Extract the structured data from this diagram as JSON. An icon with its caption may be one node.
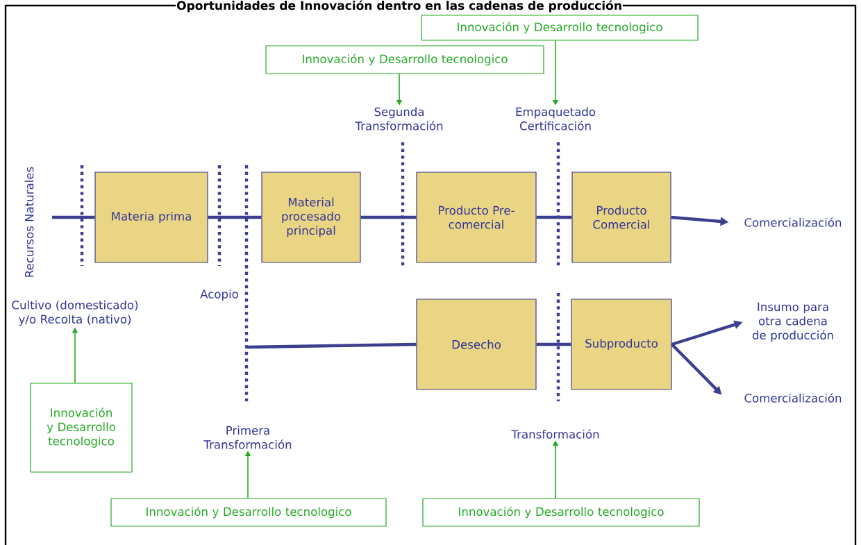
{
  "diagram": {
    "title": "Oportunidades de Innovación dentro en las cadenas de producción",
    "nodes": [
      {
        "text": [
          "Materia prima"
        ]
      },
      {
        "text": [
          "Material procesado principal"
        ]
      },
      {
        "text": [
          "Producto Pre-comercial"
        ]
      },
      {
        "text": [
          "Producto Comercial"
        ]
      },
      {
        "text": [
          "Desecho"
        ]
      },
      {
        "text": [
          "Subproducto"
        ]
      },
      {
        "text": [
          "Comercialización"
        ]
      },
      {
        "text": [
          "Insumo para otra cadena de producción"
        ]
      },
      {
        "text": [
          "Comercialización"
        ]
      },
      {
        "text": [
          "Innovación y Desarrollo tecnologico"
        ]
      },
      {
        "text": [
          "Innovación y Desarrollo tecnologico"
        ]
      },
      {
        "text": [
          "Innovación y Desarrollo tecnologico"
        ]
      },
      {
        "text": [
          "Innovación y Desarrollo tecnologico"
        ]
      },
      {
        "text": [
          "Innovación y Desarrollo tecnologico"
        ]
      },
      {
        "text": [
          "Segunda Transformación"
        ]
      },
      {
        "text": [
          "Empaquetado Certificación"
        ]
      },
      {
        "text": [
          "Cultivo (domesticado) y/o Recolta (nativo)"
        ]
      },
      {
        "text": [
          "Primera Transformación"
        ]
      },
      {
        "text": [
          "Transformación"
        ]
      }
    ],
    "edges": [
      {
        "from": null,
        "to": 0,
        "arrow": "none"
      },
      {
        "from": 0,
        "to": 1,
        "arrow": "none"
      },
      {
        "from": 1,
        "to": 2,
        "arrow": "none"
      },
      {
        "from": 2,
        "to": 3,
        "arrow": "none"
      },
      {
        "from": 3,
        "to": 6,
        "arrow": "to"
      },
      {
        "from": null,
        "to": 4,
        "arrow": "none"
      },
      {
        "from": 4,
        "to": 5,
        "arrow": "none"
      },
      {
        "from": 5,
        "to": 7,
        "arrow": "to"
      },
      {
        "from": 5,
        "to": 8,
        "arrow": "to"
      },
      {
        "from": 9,
        "to": 15,
        "arrow": "to",
        "color": "#22aa22"
      },
      {
        "from": 10,
        "to": 14,
        "arrow": "to",
        "color": "#22aa22"
      },
      {
        "from": 11,
        "to": 16,
        "arrow": "to",
        "color": "#22aa22"
      },
      {
        "from": 12,
        "to": 17,
        "arrow": "to",
        "color": "#22aa22"
      },
      {
        "from": 13,
        "to": 18,
        "arrow": "to",
        "color": "#22aa22"
      }
    ],
    "labels": [
      "Recursos Naturales",
      "Acopio"
    ]
  }
}
